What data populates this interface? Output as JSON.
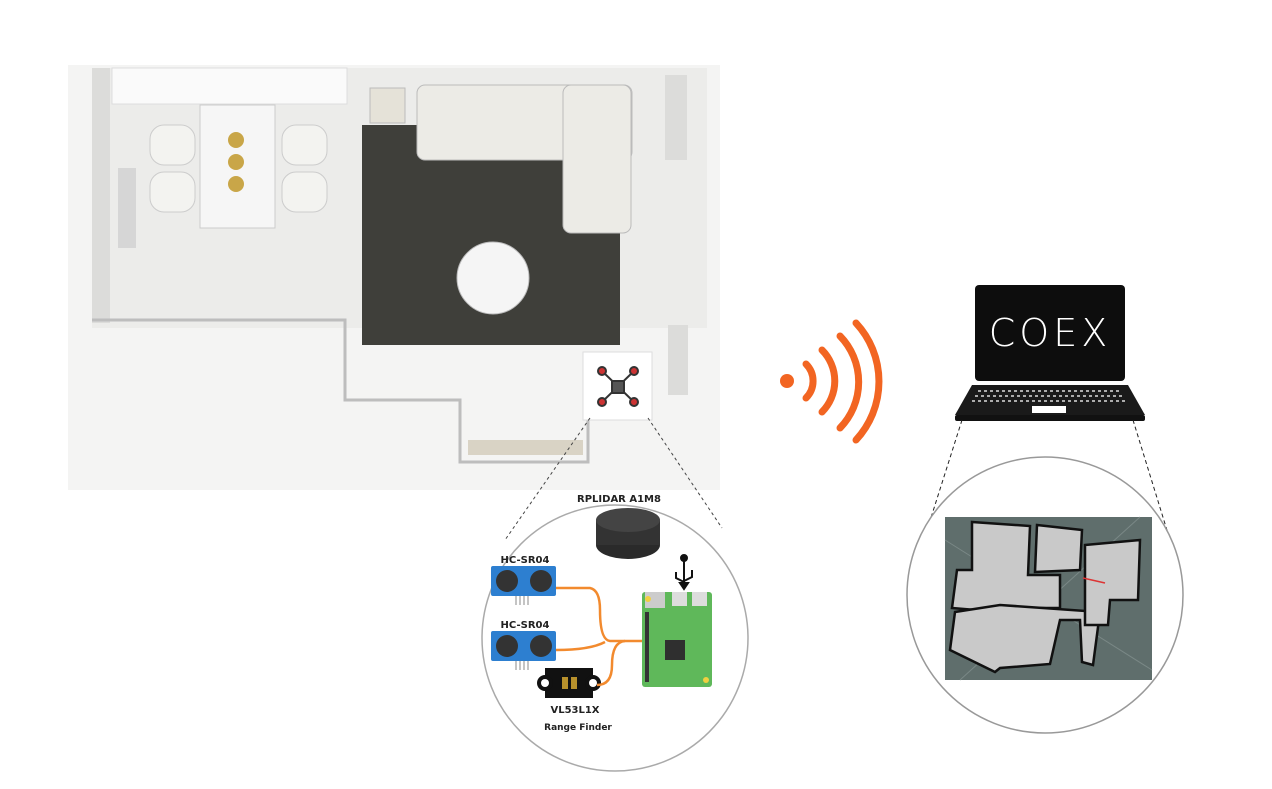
{
  "robot_module": {
    "lidar_label": "RPLIDAR A1M8",
    "ultrasonic_top_label": "HC-SR04",
    "ultrasonic_bottom_label": "HC-SR04",
    "tof_label": "VL53L1X",
    "tof_sublabel": "Range Finder"
  },
  "laptop": {
    "screen_logo": "COEX"
  },
  "colors": {
    "wifi": "#f26522",
    "wire": "#f28a2e",
    "pcb_blue": "#2d7fd0",
    "pi_green": "#5fb85a",
    "map_bg": "#5f6e6c",
    "map_free": "#c9c9c9"
  }
}
